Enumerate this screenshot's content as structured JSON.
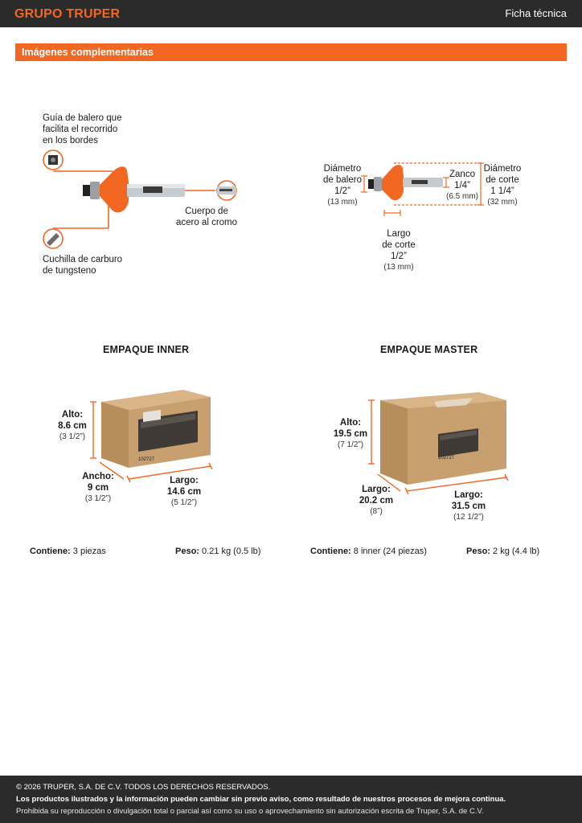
{
  "header": {
    "brand": "GRUPO TRUPER",
    "doc_type": "Ficha técnica"
  },
  "section": {
    "title": "Imágenes complementarias"
  },
  "product_callouts": {
    "bearing_guide": [
      "Guía de balero que",
      "facilita el recorrido",
      "en los bordes"
    ],
    "body": [
      "Cuerpo de",
      "acero al cromo"
    ],
    "blade": [
      "Cuchilla de carburo",
      "de tungsteno"
    ]
  },
  "dimensions": {
    "bearing_diameter": {
      "label": [
        "Diámetro",
        "de balero"
      ],
      "value": "1/2”",
      "metric": "(13 mm)"
    },
    "shank": {
      "label": [
        "Zanco"
      ],
      "value": "1/4”",
      "metric": "(6.5 mm)"
    },
    "cut_diameter": {
      "label": [
        "Diámetro",
        "de corte"
      ],
      "value": "1 1/4”",
      "metric": "(32 mm)"
    },
    "cut_length": {
      "label": [
        "Largo",
        "de corte"
      ],
      "value": "1/2”",
      "metric": "(13 mm)"
    }
  },
  "packaging": {
    "inner": {
      "title": "EMPAQUE INNER",
      "alto": {
        "label": "Alto:",
        "value": "8.6 cm",
        "imperial": "(3 1/2”)"
      },
      "ancho": {
        "label": "Ancho:",
        "value": "9 cm",
        "imperial": "(3 1/2”)"
      },
      "largo": {
        "label": "Largo:",
        "value": "14.6 cm",
        "imperial": "(5 1/2”)"
      },
      "contains_label": "Contiene:",
      "contains_value": "3 piezas",
      "weight_label": "Peso:",
      "weight_value": "0.21 kg (0.5 lb)",
      "box_code": "102727"
    },
    "master": {
      "title": "EMPAQUE MASTER",
      "alto": {
        "label": "Alto:",
        "value": "19.5 cm",
        "imperial": "(7 1/2”)"
      },
      "ancho": {
        "label": "Largo:",
        "value": "20.2 cm",
        "imperial": "(8”)"
      },
      "largo": {
        "label": "Largo:",
        "value": "31.5 cm",
        "imperial": "(12 1/2”)"
      },
      "contains_label": "Contiene:",
      "contains_value": "8 inner (24 piezas)",
      "weight_label": "Peso:",
      "weight_value": "2 kg (4.4 lb)",
      "box_code": "102727"
    }
  },
  "footer": {
    "copyright": "© 2026 TRUPER, S.A. DE C.V. TODOS LOS DERECHOS RESERVADOS.",
    "notice": "Los productos ilustrados y la información pueden cambiar sin previo aviso, como resultado de nuestros procesos de mejora continua.",
    "legal": "Prohibida su reproducción o divulgación total o parcial así como su uso o aprovechamiento sin autorización escrita de Truper, S.A. de C.V."
  },
  "colors": {
    "brand_orange": "#f26722",
    "dark_bar": "#2b2b2b",
    "cardboard": "#c89f6e"
  }
}
